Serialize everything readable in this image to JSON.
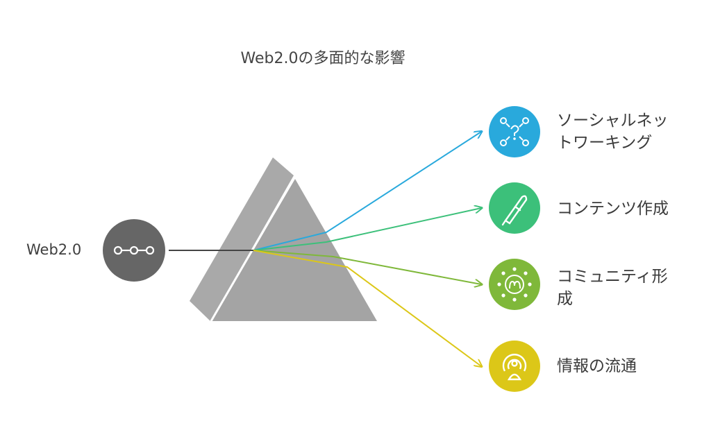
{
  "title": "Web2.0の多面的な影響",
  "source": {
    "label": "Web2.0",
    "icon": "network-nodes-icon",
    "color": "#666666"
  },
  "outputs": [
    {
      "label_line1": "ソーシャルネッ",
      "label_line2": "トワーキング",
      "icon": "network-question-icon",
      "color": "#29a9dc"
    },
    {
      "label_line1": "コンテンツ作成",
      "label_line2": "",
      "icon": "pen-icon",
      "color": "#3cc07a"
    },
    {
      "label_line1": "コミュニティ形",
      "label_line2": "成",
      "icon": "community-icon",
      "color": "#7fb83a"
    },
    {
      "label_line1": "情報の流通",
      "label_line2": "",
      "icon": "broadcast-icon",
      "color": "#dcc718"
    }
  ]
}
